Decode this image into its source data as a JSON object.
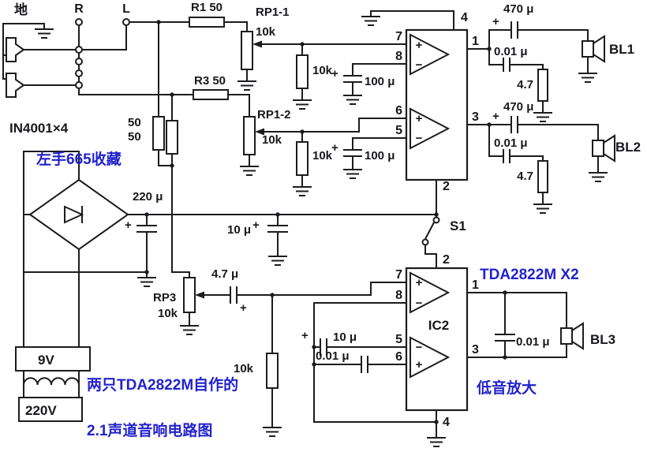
{
  "colors": {
    "ink": "#1c1c20",
    "accent": "#2222cc",
    "background": "#ffffff"
  },
  "inputs": {
    "ground_label": "地",
    "right_label": "R",
    "left_label": "L"
  },
  "top_amp": {
    "r1": "R1 50",
    "rp1_1": "RP1-1",
    "rp1_1_val": "10k",
    "r3": "R3 50",
    "rp1_2": "RP1-2",
    "rp1_2_val": "10k",
    "mix_r_a": "50",
    "mix_r_b": "50",
    "bias_r1": "10k",
    "bias_r2": "10k",
    "c_in1": "100 μ",
    "c_in2": "100 μ",
    "c_out1": "470 μ",
    "c_out2": "470 μ",
    "c_z1": "0.01 μ",
    "c_z2": "0.01 μ",
    "r_z1": "4.7",
    "r_z2": "4.7",
    "spk1": "BL1",
    "spk2": "BL2",
    "pins": {
      "p4": "4",
      "p7": "7",
      "p8": "8",
      "p1": "1",
      "p6": "6",
      "p5": "5",
      "p3": "3",
      "p2": "2"
    }
  },
  "power": {
    "diodes": "IN4001×4",
    "c_filter": "220 μ",
    "c_dec": "10 μ",
    "switch": "S1",
    "sec": "9V",
    "pri": "220V"
  },
  "bass_amp": {
    "rp3": "RP3",
    "rp3_val": "10k",
    "c_in": "4.7 μ",
    "r_gnd": "10k",
    "c_fb": "10 μ",
    "c_fb2": "0.01 μ",
    "ic2": "IC2",
    "c_out": "0.01 μ",
    "spk3": "BL3",
    "pins": {
      "p2": "2",
      "p7": "7",
      "p8": "8",
      "p1": "1",
      "p5": "5",
      "p6": "6",
      "p3": "3",
      "p4": "4"
    }
  },
  "annotations": {
    "watermark": "左手665收藏",
    "ic_name": "TDA2822M X2",
    "bass_note": "低音放大",
    "caption1": "两只TDA2822M自作的",
    "caption2": "2.1声道音响电路图"
  },
  "symbols": {
    "plus": "+",
    "minus": "−"
  }
}
